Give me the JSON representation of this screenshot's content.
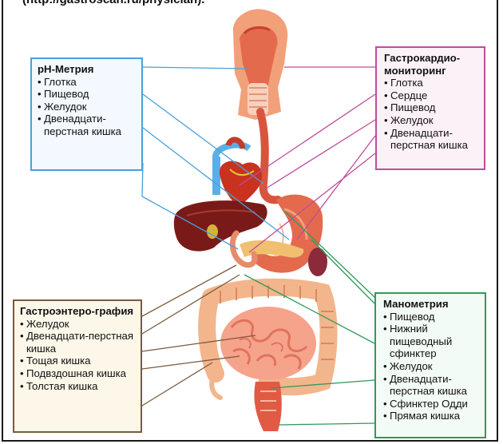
{
  "header": "(http://gastroscan.ru/physician).",
  "boxes": {
    "ph": {
      "title": "pH-Метрия",
      "items": [
        "Глотка",
        "Пищевод",
        "Желудок",
        "Двенадцати-перстная кишка"
      ]
    },
    "gastrocardio": {
      "title": "Гастрокардио-мониторинг",
      "items": [
        "Глотка",
        "Сердце",
        "Пищевод",
        "Желудок",
        "Двенадцати-перстная кишка"
      ]
    },
    "gastroentero": {
      "title": "Гастроэнтеро-графия",
      "items": [
        "Желудок",
        "Двенадцати-перстная кишка",
        "Тощая кишка",
        "Подвздошная кишка",
        "Толстая кишка"
      ]
    },
    "manometry": {
      "title": "Манометрия",
      "items": [
        "Пищевод",
        "Нижний пищеводный сфинктер",
        "Желудок",
        "Двенадцати-перстная кишка",
        "Сфинктер Одди",
        "Прямая кишка"
      ]
    }
  },
  "colors": {
    "ph": "#4aa0dc",
    "gastrocardio": "#c04c9a",
    "gastroentero": "#7a5b3e",
    "manometry": "#2f9a5a"
  }
}
